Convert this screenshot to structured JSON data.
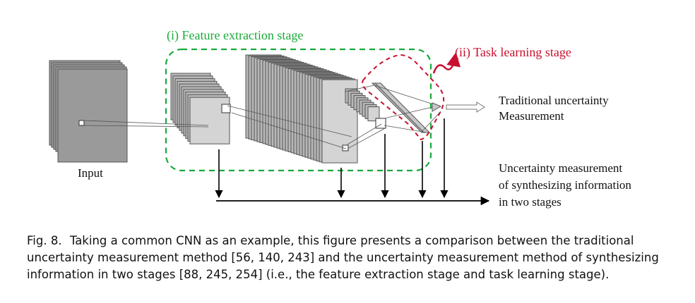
{
  "figure": {
    "stage1_label": "(i) Feature extraction stage",
    "stage2_label": "(ii) Task learning stage",
    "input_label": "Input",
    "traditional_label_line1": "Traditional uncertainty",
    "traditional_label_line2": "Measurement",
    "synth_label_line1": "Uncertainty measurement",
    "synth_label_line2": "of synthesizing information",
    "synth_label_line3": "in two stages",
    "colors": {
      "stage1": "#1aaa3a",
      "stage2": "#c8102e",
      "layer_fill": "#b8b8b8",
      "layer_stroke": "#555555"
    }
  },
  "caption": {
    "figure_number": "Fig. 8.",
    "text": "Taking a common CNN as an example, this figure presents a comparison between the traditional uncertainty measurement method [56, 140, 243] and the uncertainty measurement method of synthesizing information in two stages [88, 245, 254] (i.e., the feature extraction stage and task learning stage)."
  }
}
